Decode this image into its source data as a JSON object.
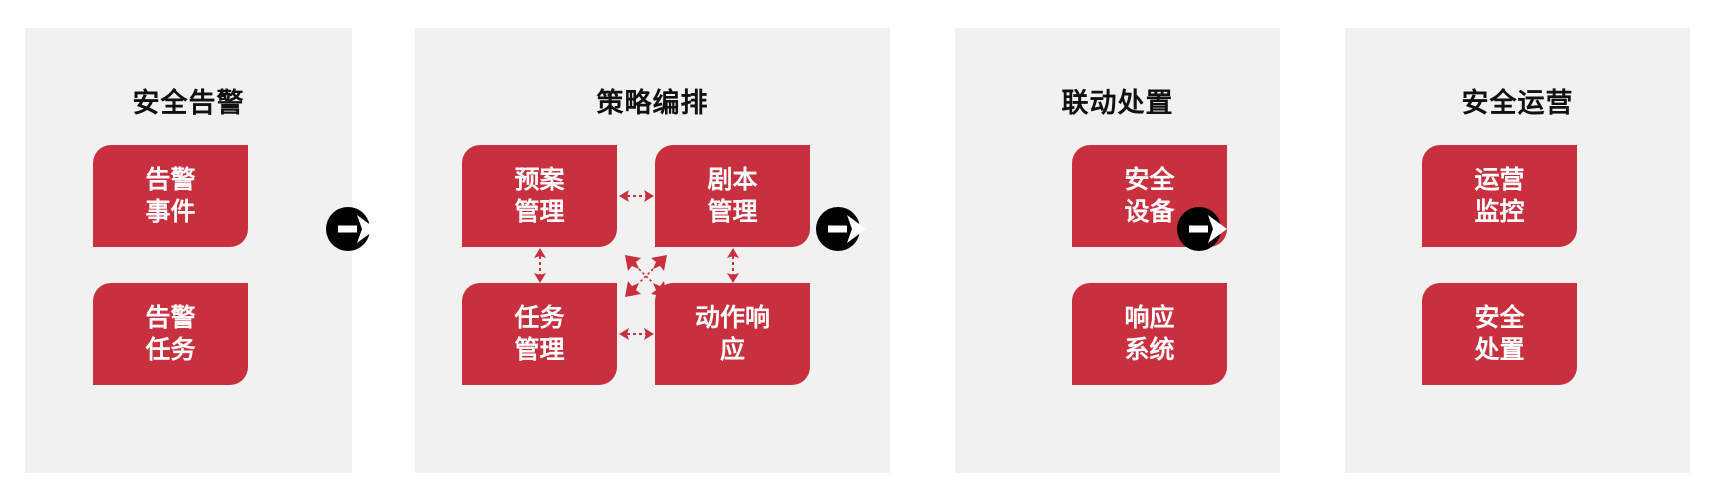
{
  "diagram": {
    "title_semantic": "security-orchestration-flow",
    "background_color": "#ffffff",
    "panel_color": "#f1f1f1",
    "card_color": "#c8303f",
    "card_text_color": "#ffffff",
    "title_text_color": "#111111",
    "connector_color": "#000000",
    "arrow_color": "#c8303f"
  },
  "panels": [
    {
      "id": "security-alert",
      "title": "安全告警",
      "cards": [
        {
          "id": "alert-event",
          "line1": "告警",
          "line2": "事件"
        },
        {
          "id": "alert-task",
          "line1": "告警",
          "line2": "任务"
        }
      ]
    },
    {
      "id": "policy-orchestration",
      "title": "策略编排",
      "cards": [
        {
          "id": "plan-management",
          "line1": "预案",
          "line2": "管理"
        },
        {
          "id": "script-management",
          "line1": "剧本",
          "line2": "管理"
        },
        {
          "id": "task-management",
          "line1": "任务",
          "line2": "管理"
        },
        {
          "id": "action-response",
          "line1": "动作响",
          "line2": "应"
        }
      ]
    },
    {
      "id": "linkage-disposal",
      "title": "联动处置",
      "cards": [
        {
          "id": "security-device",
          "line1": "安全",
          "line2": "设备"
        },
        {
          "id": "response-system",
          "line1": "响应",
          "line2": "系统"
        }
      ]
    },
    {
      "id": "security-operations",
      "title": "安全运营",
      "cards": [
        {
          "id": "operation-monitoring",
          "line1": "运营",
          "line2": "监控"
        },
        {
          "id": "security-disposal",
          "line1": "安全",
          "line2": "处置"
        }
      ]
    }
  ],
  "connectors": [
    {
      "id": "connector-1",
      "icon": "circle-right-arrow-icon"
    },
    {
      "id": "connector-2",
      "icon": "circle-right-arrow-icon"
    },
    {
      "id": "connector-3",
      "icon": "circle-right-arrow-icon"
    }
  ],
  "inner_arrows": [
    {
      "id": "arrow-plan-script",
      "icon": "dashed-double-horizontal-arrow-icon"
    },
    {
      "id": "arrow-task-action",
      "icon": "dashed-double-horizontal-arrow-icon"
    },
    {
      "id": "arrow-plan-task",
      "icon": "dashed-double-vertical-arrow-icon"
    },
    {
      "id": "arrow-script-action",
      "icon": "dashed-double-vertical-arrow-icon"
    },
    {
      "id": "arrow-diagonal-cross",
      "icon": "four-way-diagonal-arrow-icon"
    }
  ]
}
